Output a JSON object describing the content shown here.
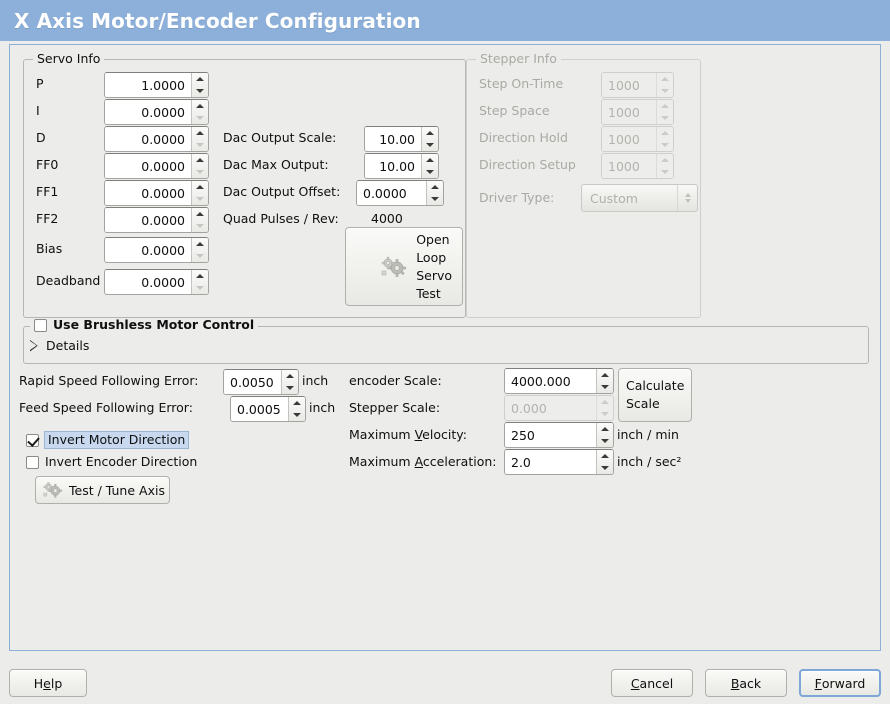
{
  "window": {
    "title": "X Axis Motor/Encoder Configuration",
    "title_bg": "#8cb0da",
    "body_bg": "#ececea",
    "frame_border": "#8fb0d6"
  },
  "servo_info": {
    "legend": "Servo Info",
    "rows": [
      {
        "label": "P",
        "value": "1.0000",
        "down_enabled": true
      },
      {
        "label": "I",
        "value": "0.0000",
        "down_enabled": false
      },
      {
        "label": "D",
        "value": "0.0000",
        "down_enabled": false
      },
      {
        "label": "FF0",
        "value": "0.0000",
        "down_enabled": false
      },
      {
        "label": "FF1",
        "value": "0.0000",
        "down_enabled": false
      },
      {
        "label": "FF2",
        "value": "0.0000",
        "down_enabled": false
      },
      {
        "label": "Bias",
        "value": "0.0000",
        "down_enabled": false
      },
      {
        "label": "Deadband",
        "value": "0.0000",
        "down_enabled": false
      }
    ],
    "dac": [
      {
        "label": "Dac Output Scale:",
        "value": "10.00"
      },
      {
        "label": "Dac Max Output:",
        "value": "10.00"
      },
      {
        "label": "Dac Output Offset:",
        "value": "0.0000"
      }
    ],
    "quad_pulses_label": "Quad Pulses / Rev:",
    "quad_pulses_value": "4000",
    "open_loop_button": "Open\nLoop\nServo\nTest",
    "open_loop_lines": [
      "Open",
      "Loop",
      "Servo",
      "Test"
    ],
    "open_loop_icon": "gears-icon"
  },
  "stepper_info": {
    "legend": "Stepper Info",
    "disabled": true,
    "rows": [
      {
        "label": "Step On-Time",
        "value": "1000"
      },
      {
        "label": "Step Space",
        "value": "1000"
      },
      {
        "label": "Direction Hold",
        "value": "1000"
      },
      {
        "label": "Direction Setup",
        "value": "1000"
      }
    ],
    "driver_type_label": "Driver Type:",
    "driver_type_value": "Custom"
  },
  "brushless": {
    "checkbox_label": "Use Brushless Motor Control",
    "checked": false,
    "details_label": "Details",
    "details_expanded": false
  },
  "tuning": {
    "rapid_label": "Rapid Speed Following Error:",
    "rapid_value": "0.0050",
    "rapid_unit": "inch",
    "feed_label": "Feed Speed Following Error:",
    "feed_value": "0.0005",
    "feed_unit": "inch",
    "invert_motor_label": "Invert Motor Direction",
    "invert_motor_checked": true,
    "invert_motor_focused": true,
    "invert_encoder_label": "Invert Encoder Direction",
    "invert_encoder_checked": false,
    "test_tune_label": "Test / Tune Axis",
    "test_tune_icon": "gears-icon"
  },
  "scales": {
    "encoder_label": "encoder Scale:",
    "encoder_value": "4000.000",
    "stepper_label": "Stepper Scale:",
    "stepper_value": "0.000",
    "stepper_disabled": true,
    "calculate_lines": [
      "Calculate",
      "Scale"
    ],
    "max_velocity_label_pre": "Maximum ",
    "max_velocity_label_mn": "V",
    "max_velocity_label_post": "elocity:",
    "max_velocity_value": "250",
    "max_velocity_unit": "inch / min",
    "max_accel_label_pre": "Maximum ",
    "max_accel_label_mn": "A",
    "max_accel_label_post": "cceleration:",
    "max_accel_value": "2.0",
    "max_accel_unit": "inch / sec²"
  },
  "actions": {
    "help_pre": "H",
    "help_mn": "e",
    "help_post": "lp",
    "cancel_pre": "",
    "cancel_mn": "C",
    "cancel_post": "ancel",
    "back_pre": "",
    "back_mn": "B",
    "back_post": "ack",
    "forward_pre": "",
    "forward_mn": "F",
    "forward_post": "orward",
    "forward_focused": true
  }
}
